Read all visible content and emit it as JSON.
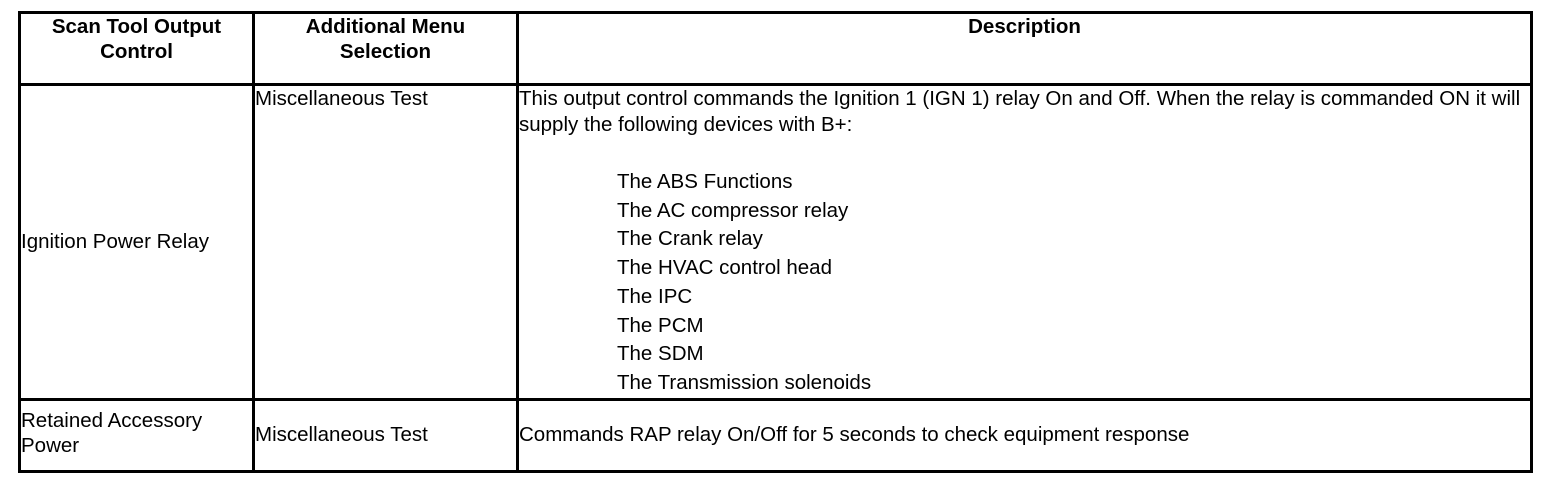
{
  "table": {
    "headers": {
      "control": "Scan Tool Output Control",
      "control_line1": "Scan Tool Output",
      "control_line2": "Control",
      "menu": "Additional Menu Selection",
      "menu_line1": "Additional Menu",
      "menu_line2": "Selection",
      "description": "Description"
    },
    "rows": [
      {
        "control": "Ignition Power Relay",
        "menu": "Miscellaneous Test",
        "description_intro": "This output control commands the Ignition 1 (IGN 1) relay On and Off. When the relay is commanded ON it will supply the following devices with B+:",
        "description_items": [
          "The ABS Functions",
          "The AC compressor relay",
          "The Crank relay",
          "The HVAC control head",
          "The IPC",
          "The PCM",
          "The SDM",
          "The Transmission solenoids"
        ]
      },
      {
        "control": "Retained Accessory Power",
        "menu": "Miscellaneous Test",
        "description": "Commands RAP relay On/Off for 5 seconds to check equipment response"
      }
    ]
  },
  "colors": {
    "text": "#000000",
    "background": "#ffffff",
    "border": "#000000"
  }
}
